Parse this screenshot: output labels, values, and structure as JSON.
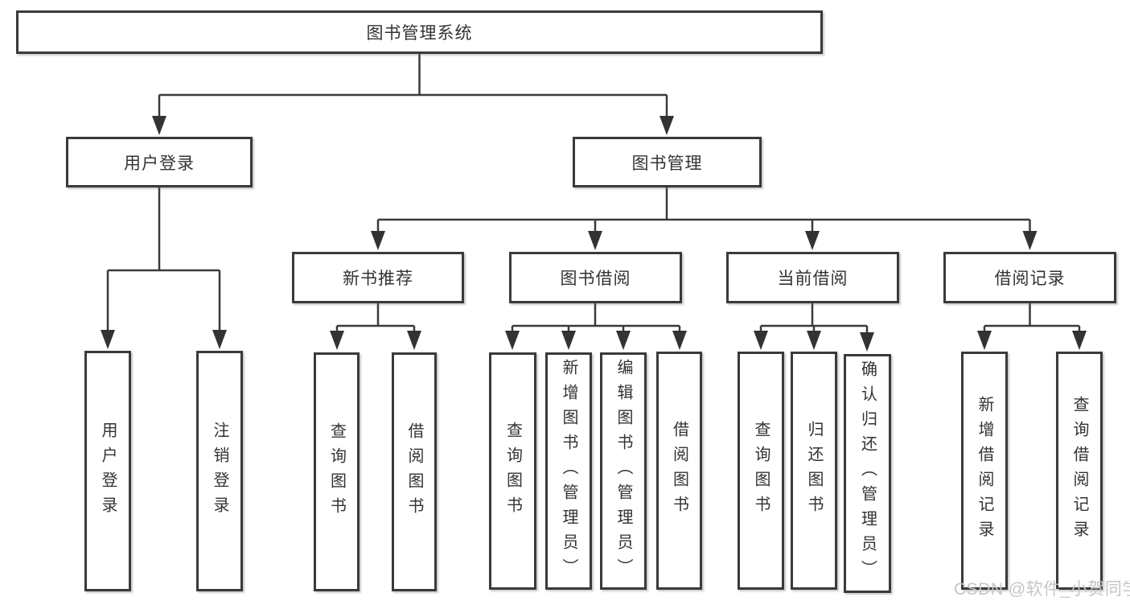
{
  "diagram": {
    "type": "hierarchy-tree",
    "colors": {
      "line": "#3a3a3a",
      "box_border": "#3a3a3a",
      "box_fill": "#ffffff",
      "text": "#333333",
      "watermark": "#c6c6c6",
      "background": "#ffffff"
    },
    "tree": {
      "root": {
        "label": "图书管理系统"
      },
      "branches": [
        {
          "label": "用户登录",
          "children": [
            {
              "label": "用户登录"
            },
            {
              "label": "注销登录"
            }
          ]
        },
        {
          "label": "图书管理",
          "children": [
            {
              "label": "新书推荐",
              "children": [
                {
                  "label": "查询图书"
                },
                {
                  "label": "借阅图书"
                }
              ]
            },
            {
              "label": "图书借阅",
              "children": [
                {
                  "label": "查询图书"
                },
                {
                  "label": "新增图书（管理员）"
                },
                {
                  "label": "编辑图书（管理员）"
                },
                {
                  "label": "借阅图书"
                }
              ]
            },
            {
              "label": "当前借阅",
              "children": [
                {
                  "label": "查询图书"
                },
                {
                  "label": "归还图书"
                },
                {
                  "label": "确认归还（管理员）"
                }
              ]
            },
            {
              "label": "借阅记录",
              "children": [
                {
                  "label": "新增借阅记录"
                },
                {
                  "label": "查询借阅记录"
                }
              ]
            }
          ]
        }
      ]
    },
    "watermark": {
      "text": "CSDN @软件_小贺同学"
    }
  }
}
